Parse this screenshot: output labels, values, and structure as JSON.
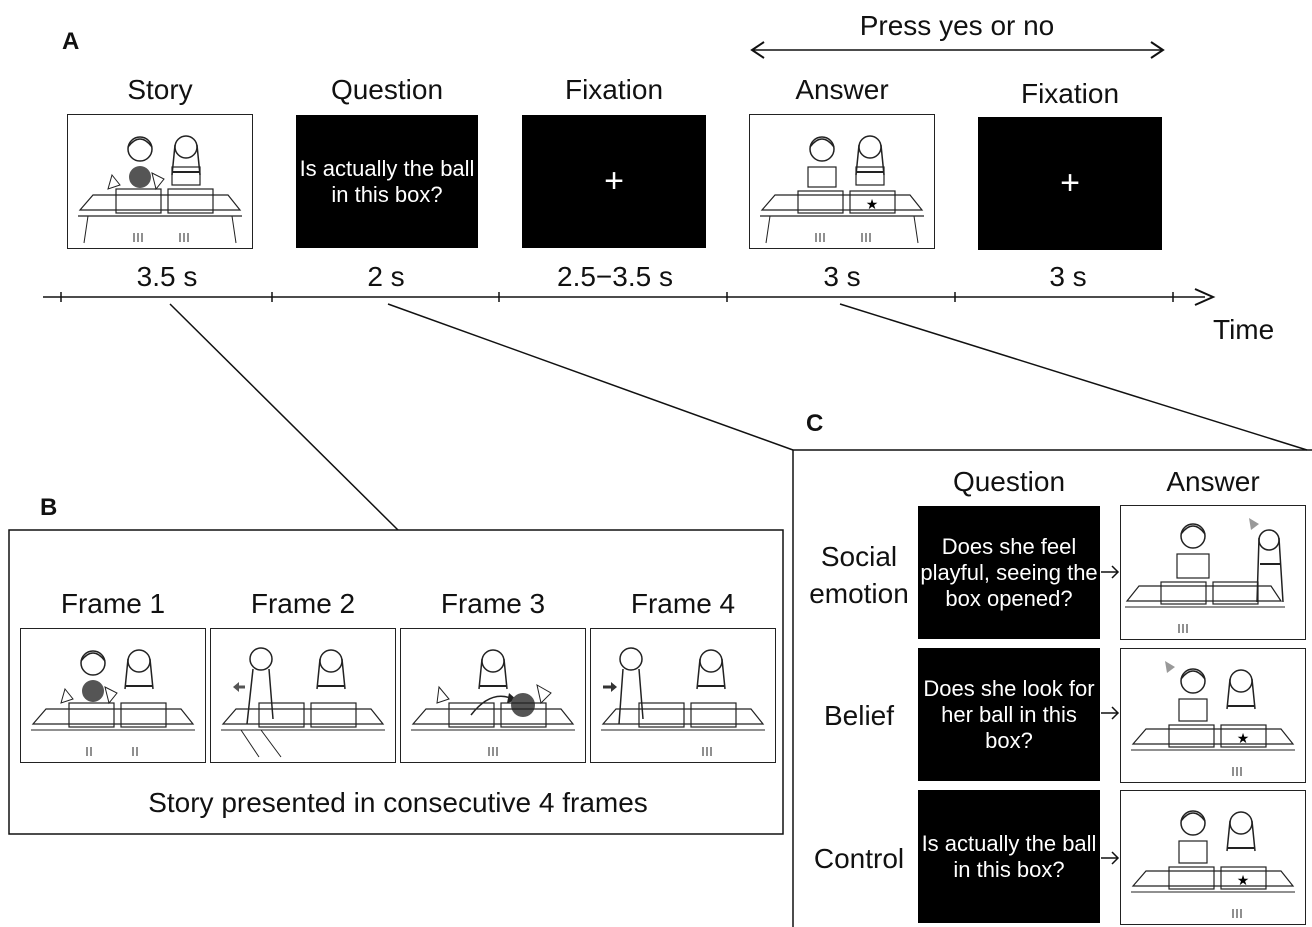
{
  "panel_a": {
    "label": "A",
    "press_label": "Press yes or no",
    "time_label": "Time",
    "steps": [
      {
        "header": "Story",
        "duration": "3.5 s"
      },
      {
        "header": "Question",
        "duration": "2 s",
        "text": "Is actually the ball in this box?"
      },
      {
        "header": "Fixation",
        "duration": "2.5−3.5 s",
        "symbol": "+"
      },
      {
        "header": "Answer",
        "duration": "3 s"
      },
      {
        "header": "Fixation",
        "duration": "3 s",
        "symbol": "+"
      }
    ]
  },
  "panel_b": {
    "label": "B",
    "frames": [
      "Frame 1",
      "Frame 2",
      "Frame 3",
      "Frame 4"
    ],
    "caption": "Story presented in consecutive 4 frames"
  },
  "panel_c": {
    "label": "C",
    "col_question": "Question",
    "col_answer": "Answer",
    "rows": [
      {
        "label": "Social emotion",
        "question": "Does she feel playful, seeing the box opened?"
      },
      {
        "label": "Belief",
        "question": "Does she look for her ball in this box?"
      },
      {
        "label": "Control",
        "question": "Is actually the ball in this box?"
      }
    ]
  },
  "colors": {
    "ink": "#111111",
    "black_screen": "#000000",
    "ball": "#555555"
  }
}
